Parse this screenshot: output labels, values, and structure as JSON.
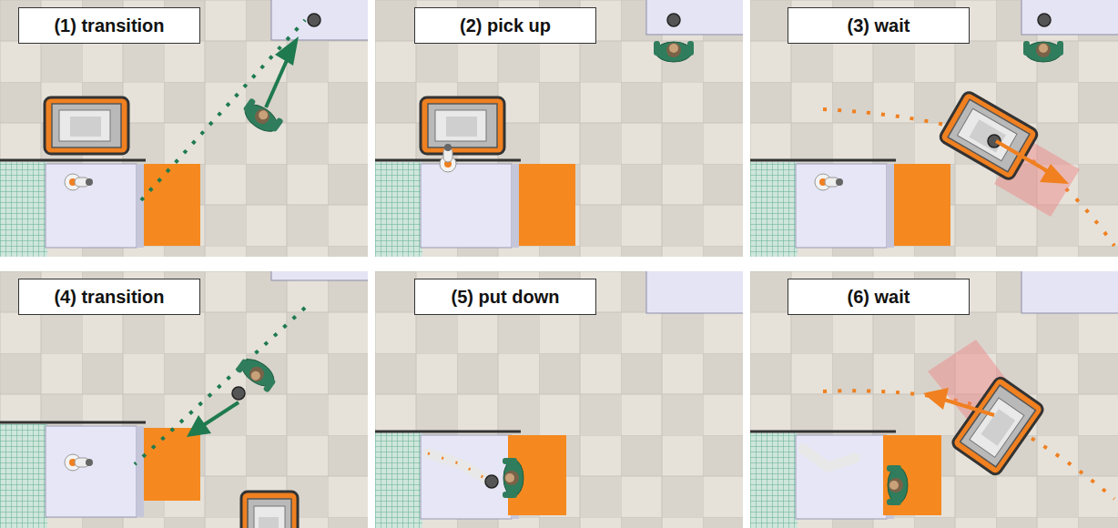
{
  "diagram": {
    "nodes": [
      {
        "text": [
          "(1) transition"
        ]
      },
      {
        "text": [
          "(2) pick up"
        ]
      },
      {
        "text": [
          "(3) wait"
        ]
      },
      {
        "text": [
          "(4) transition"
        ]
      },
      {
        "text": [
          "(5) put down"
        ]
      },
      {
        "text": [
          "(6) wait"
        ]
      }
    ]
  }
}
